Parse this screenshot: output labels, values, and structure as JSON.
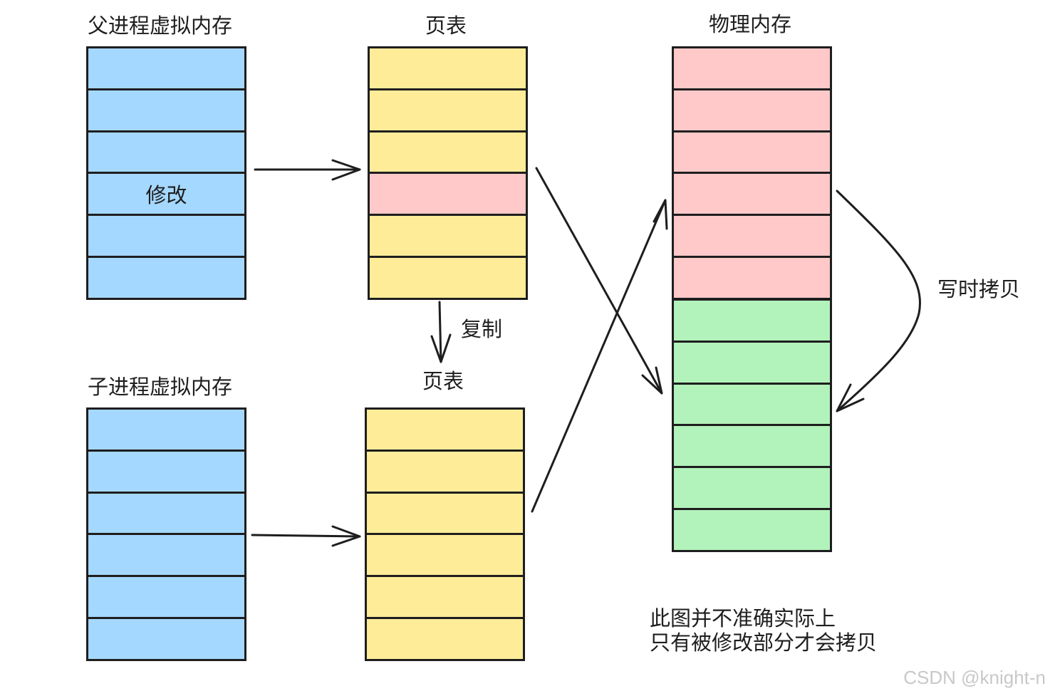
{
  "colors": {
    "virtual": "#a5d8ff",
    "pagetable": "#ffec99",
    "modified": "#ffc9c9",
    "copied": "#b2f2bb",
    "stroke": "#1e1e1e"
  },
  "labels": {
    "parent_vm": "父进程虚拟内存",
    "parent_pt": "页表",
    "physical": "物理内存",
    "child_vm": "子进程虚拟内存",
    "child_pt": "页表",
    "modify": "修改",
    "copy": "复制",
    "cow": "写时拷贝"
  },
  "note": {
    "line1": "此图并不准确实际上",
    "line2": "只有被修改部分才会拷贝"
  },
  "watermark": "CSDN @knight-n",
  "columns": {
    "parent_vm": [
      "virtual",
      "virtual",
      "virtual",
      "virtual",
      "virtual",
      "virtual"
    ],
    "parent_pt": [
      "pagetable",
      "pagetable",
      "pagetable",
      "modified",
      "pagetable",
      "pagetable"
    ],
    "child_vm": [
      "virtual",
      "virtual",
      "virtual",
      "virtual",
      "virtual",
      "virtual"
    ],
    "child_pt": [
      "pagetable",
      "pagetable",
      "pagetable",
      "pagetable",
      "pagetable",
      "pagetable"
    ],
    "physical_top": [
      "modified",
      "modified",
      "modified",
      "modified",
      "modified",
      "modified"
    ],
    "physical_bottom": [
      "copied",
      "copied",
      "copied",
      "copied",
      "copied",
      "copied"
    ]
  }
}
